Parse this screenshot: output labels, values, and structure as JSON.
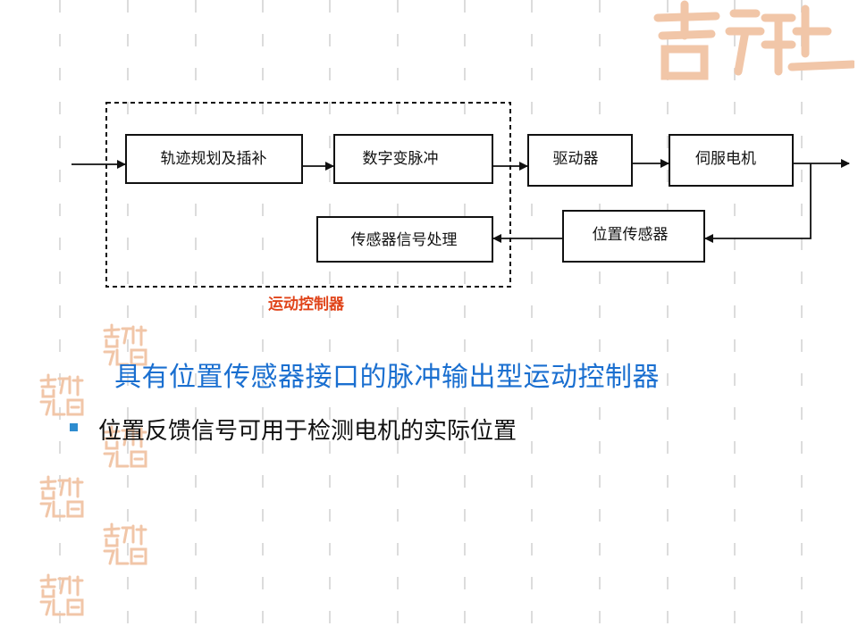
{
  "diagram": {
    "blocks": {
      "trajectory": "轨迹规划及插补",
      "pulse": "数字变脉冲",
      "driver": "驱动器",
      "motor": "伺服电机",
      "sensor": "位置传感器",
      "signal": "传感器信号处理"
    },
    "controller_label": "运动控制器"
  },
  "slide": {
    "title": "具有位置传感器接口的脉冲输出型运动控制器",
    "bullets": [
      "位置反馈信号可用于检测电机的实际位置"
    ]
  },
  "colors": {
    "title": "#1a6fd0",
    "controller_label": "#e0441a",
    "bullet": "#2e8ccf",
    "watermark": "#f1c6a8"
  }
}
